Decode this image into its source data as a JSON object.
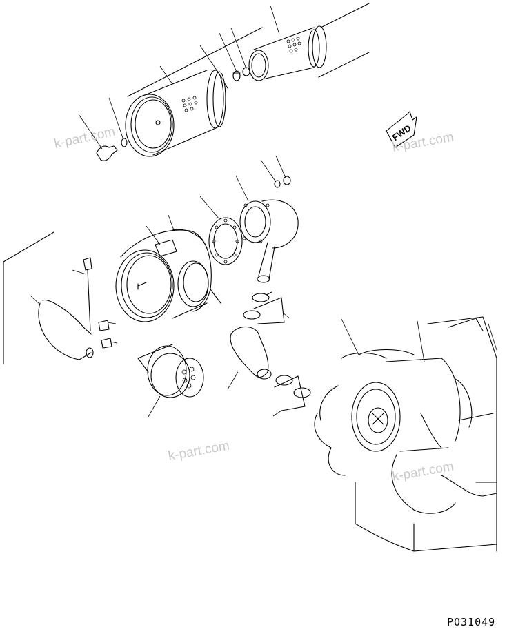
{
  "diagram": {
    "figure_code": "PO31049",
    "direction_label": "FWD",
    "watermarks": [
      "k-part.com",
      "k-part.com",
      "k-part.com",
      "k-part.com"
    ]
  }
}
